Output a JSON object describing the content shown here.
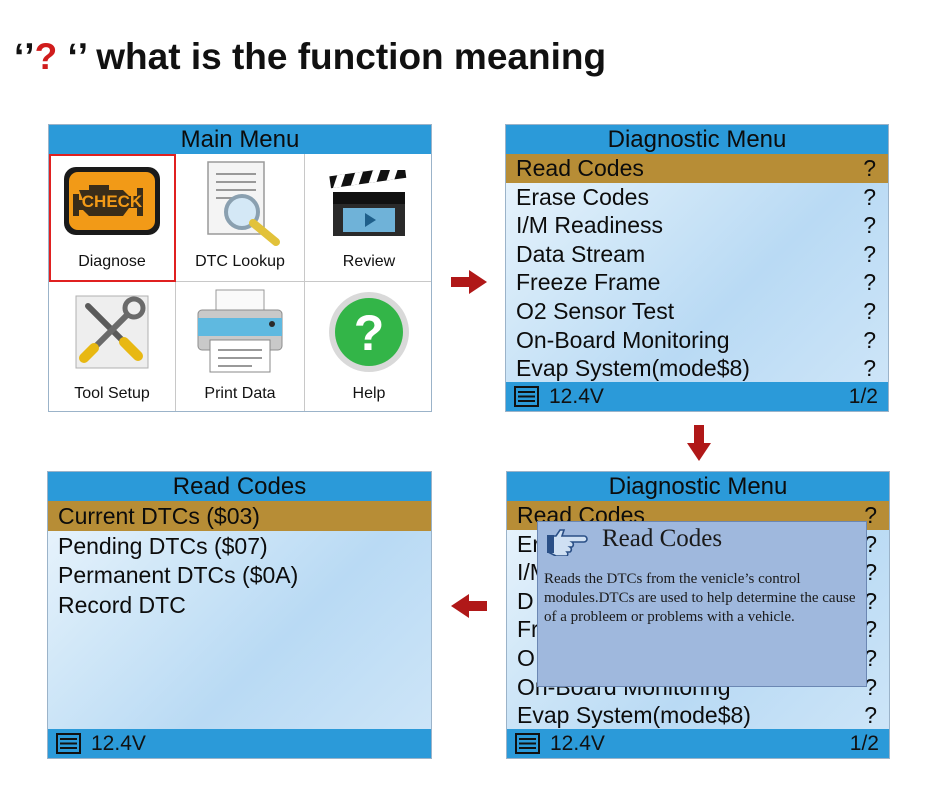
{
  "headline": {
    "open_quote": "‘’",
    "question": "?",
    "close_quote": " ‘’",
    "text": " what is the function meaning"
  },
  "colors": {
    "accent_blue": "#2b9ad9",
    "selection_gold": "#b78d36",
    "arrow_red": "#b01818",
    "select_border": "#e02020"
  },
  "main_menu": {
    "title": "Main Menu",
    "items": [
      {
        "label": "Diagnose",
        "icon": "check-engine-icon",
        "selected": true,
        "icon_text": "CHECK"
      },
      {
        "label": "DTC Lookup",
        "icon": "magnifier-document-icon"
      },
      {
        "label": "Review",
        "icon": "clapperboard-icon"
      },
      {
        "label": "Tool Setup",
        "icon": "tools-icon"
      },
      {
        "label": "Print Data",
        "icon": "printer-icon"
      },
      {
        "label": "Help",
        "icon": "help-question-icon",
        "icon_text": "?"
      }
    ]
  },
  "diag_menu": {
    "title": "Diagnostic Menu",
    "items": [
      {
        "label": "Read Codes",
        "hint": "?"
      },
      {
        "label": "Erase Codes",
        "hint": "?"
      },
      {
        "label": "I/M Readiness",
        "hint": "?"
      },
      {
        "label": "Data Stream",
        "hint": "?"
      },
      {
        "label": "Freeze Frame",
        "hint": "?"
      },
      {
        "label": "O2 Sensor Test",
        "hint": "?"
      },
      {
        "label": "On-Board Monitoring",
        "hint": "?"
      },
      {
        "label": "Evap System(mode$8)",
        "hint": "?"
      }
    ],
    "status": {
      "voltage": "12.4V",
      "page": "1/2"
    }
  },
  "diag_menu_popup": {
    "title": "Diagnostic Menu",
    "rows": [
      {
        "label": "Read Codes",
        "hint": "?"
      },
      {
        "label": "Er",
        "hint": "?"
      },
      {
        "label": "I/M",
        "hint": "?"
      },
      {
        "label": "D",
        "hint": "?"
      },
      {
        "label": "Fr",
        "hint": "?"
      },
      {
        "label": "O",
        "hint": "?"
      },
      {
        "label": "On-Board Monitoring",
        "hint": "?"
      },
      {
        "label": "Evap System(mode$8)",
        "hint": "?"
      }
    ],
    "popup": {
      "title": "Read Codes",
      "icon": "pointing-hand-icon",
      "body": "Reads the DTCs from the venicle’s control modules.DTCs are used to help determine the cause of a probleem or problems with a vehicle."
    },
    "status": {
      "voltage": "12.4V",
      "page": "1/2"
    }
  },
  "read_codes": {
    "title": "Read Codes",
    "items": [
      "Current DTCs ($03)",
      "Pending DTCs ($07)",
      "Permanent DTCs ($0A)",
      "Record DTC"
    ],
    "status": {
      "voltage": "12.4V"
    }
  }
}
